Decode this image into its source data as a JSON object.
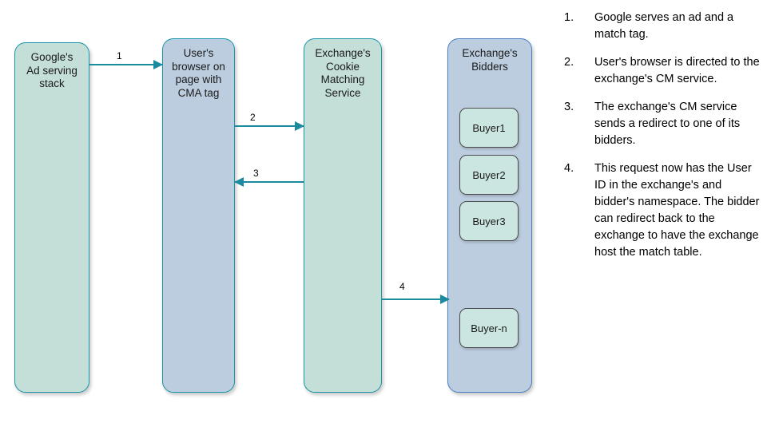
{
  "diagram": {
    "type": "flow-diagram",
    "title_visible": false,
    "colors": {
      "green_fill": "#c4ded8",
      "blue_fill": "#bccddf",
      "teal_border": "#1b96a8",
      "blue_border": "#4a7fc1",
      "buyer_fill": "#cbe5e0",
      "buyer_border": "#4d4d4d",
      "arrow": "#1b8ba0"
    },
    "nodes": [
      {
        "id": "ad-serving-stack",
        "label": "Google's\nAd serving\nstack",
        "style": "green"
      },
      {
        "id": "user-browser",
        "label": "User's\nbrowser on\npage with\nCMA tag",
        "style": "blue"
      },
      {
        "id": "cookie-matching-service",
        "label": "Exchange's\nCookie\nMatching\nService",
        "style": "green"
      },
      {
        "id": "exchange-bidders",
        "label": "Exchange's\nBidders",
        "style": "blue-alt"
      }
    ],
    "buyers": [
      {
        "id": "buyer-1",
        "label": "Buyer1"
      },
      {
        "id": "buyer-2",
        "label": "Buyer2"
      },
      {
        "id": "buyer-3",
        "label": "Buyer3"
      },
      {
        "id": "buyer-n",
        "label": "Buyer-n"
      }
    ],
    "arrows": [
      {
        "id": "arrow-1",
        "label": "1",
        "from": "ad-serving-stack",
        "to": "user-browser",
        "direction": "right"
      },
      {
        "id": "arrow-2",
        "label": "2",
        "from": "user-browser",
        "to": "cookie-matching-service",
        "direction": "right"
      },
      {
        "id": "arrow-3",
        "label": "3",
        "from": "cookie-matching-service",
        "to": "user-browser",
        "direction": "left"
      },
      {
        "id": "arrow-4",
        "label": "4",
        "from": "cookie-matching-service",
        "to": "exchange-bidders",
        "direction": "right"
      }
    ]
  },
  "steps": [
    {
      "number": "1.",
      "text": "Google serves an ad and a match tag."
    },
    {
      "number": "2.",
      "text": "User's browser is directed to the exchange's CM service."
    },
    {
      "number": "3.",
      "text": "The exchange's CM service sends a redirect to one of its bidders."
    },
    {
      "number": "4.",
      "text": "This request now has the User ID in the exchange's and bidder's namespace. The bidder can redirect back to the exchange to have the exchange host the match table."
    }
  ]
}
